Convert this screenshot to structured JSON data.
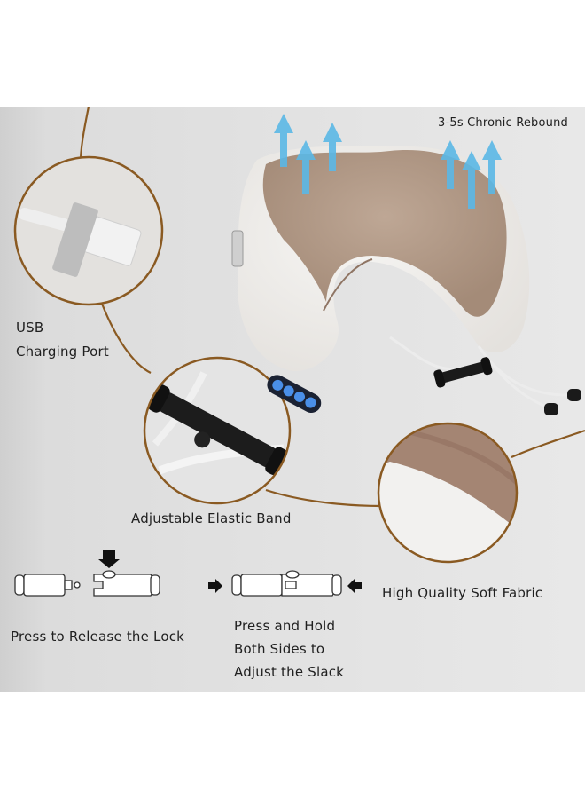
{
  "features": {
    "rebound": "3-5s Chronic Rebound",
    "usb_line1": "USB",
    "usb_line2": "Charging Port",
    "elastic_band": "Adjustable Elastic Band",
    "soft_fabric": "High Quality Soft Fabric"
  },
  "instructions": {
    "release_lock": "Press to Release the Lock",
    "hold_line1": "Press and Hold",
    "hold_line2": "Both Sides to",
    "hold_line3": "Adjust the Slack"
  },
  "control_panel": {
    "buttons": [
      "mode-icon",
      "heat-icon",
      "cycle-icon",
      "power-icon"
    ]
  },
  "colors": {
    "background_panel": "#e0e0e0",
    "accent_line": "#8a5a22",
    "pillow_velvet": "#b39a88",
    "pillow_white": "#f1efec",
    "arrow_blue": "#5bb8e6",
    "button_glow": "#4a8fe8",
    "text": "#1f1f1f"
  }
}
